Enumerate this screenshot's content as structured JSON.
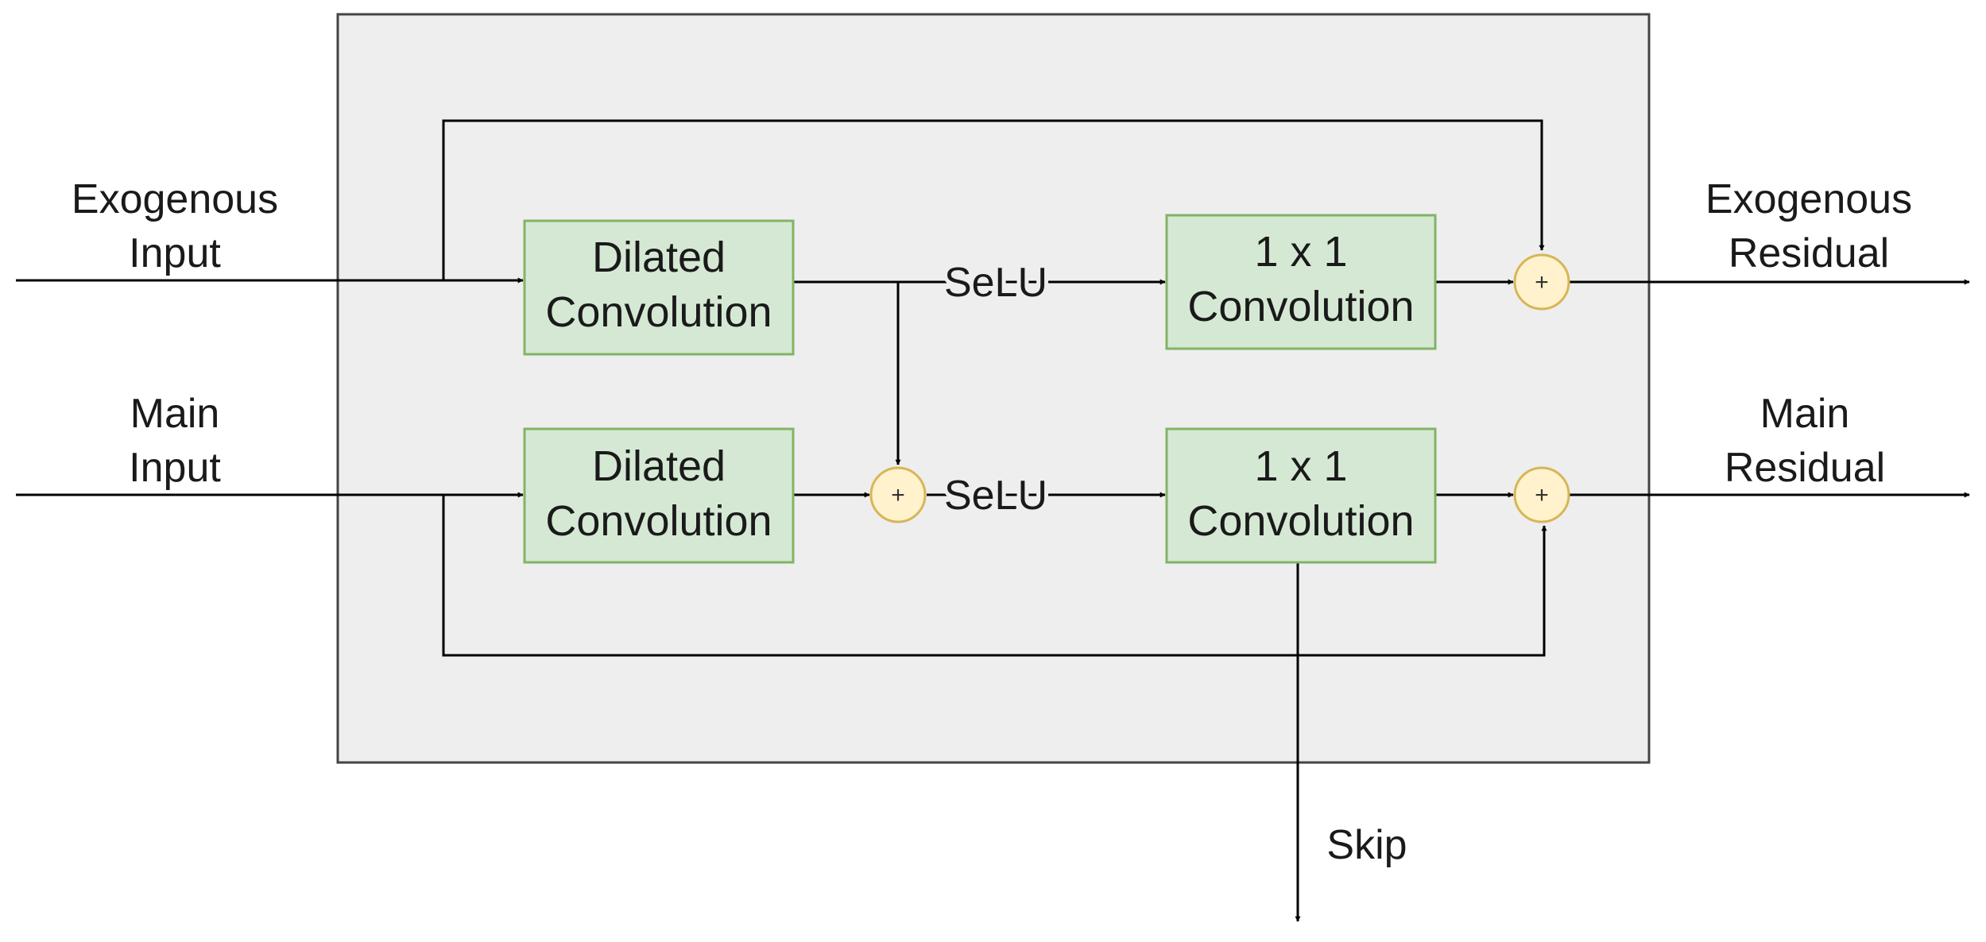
{
  "labels": {
    "exogenous_input": [
      "Exogenous",
      "Input"
    ],
    "main_input": [
      "Main",
      "Input"
    ],
    "exogenous_residual": [
      "Exogenous",
      "Residual"
    ],
    "main_residual": [
      "Main",
      "Residual"
    ],
    "skip": "Skip",
    "selu_top": "SeLU",
    "selu_bottom": "SeLU"
  },
  "boxes": {
    "dilated_top": [
      "Dilated",
      "Convolution"
    ],
    "dilated_bottom": [
      "Dilated",
      "Convolution"
    ],
    "conv1x1_top": [
      "1 x 1",
      "Convolution"
    ],
    "conv1x1_bottom": [
      "1 x 1",
      "Convolution"
    ]
  },
  "adders": {
    "symbol": "+"
  },
  "colors": {
    "block_fill": "#eeeeee",
    "block_stroke": "#444444",
    "box_fill": "#d5e8d4",
    "box_stroke": "#82b366",
    "adder_fill": "#fff2cc",
    "adder_stroke": "#d6b656",
    "edge": "#000000"
  }
}
